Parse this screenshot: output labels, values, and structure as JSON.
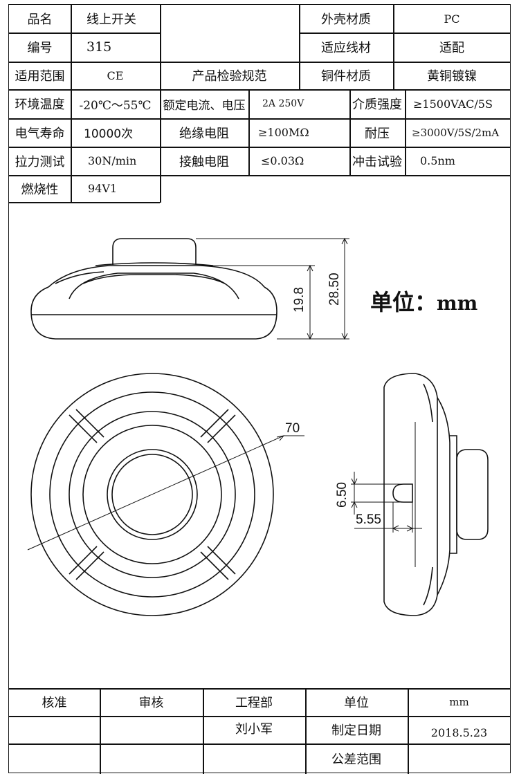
{
  "specs": {
    "product_name_label": "品名",
    "product_name": "线上开关",
    "number_label": "编号",
    "number": "315",
    "scope_label": "适用范围",
    "scope": "CE",
    "standard": "产品检验规范",
    "shell_material_label": "外壳材质",
    "shell_material": "PC",
    "wire_label": "适应线材",
    "wire": "适配",
    "copper_label": "铜件材质",
    "copper": "黄铜镀镍",
    "temp_label": "环境温度",
    "temp": "-20℃～55℃",
    "rated_label": "额定电流、电压",
    "rated": "2A 250V",
    "dielectric_label": "介质强度",
    "dielectric": "≥1500VAC/5S",
    "life_label": "电气寿命",
    "life": "10000次",
    "insulation_label": "绝缘电阻",
    "insulation": "≥100MΩ",
    "withstand_label": "耐压",
    "withstand": "≥3000V/5S/2mA",
    "pull_label": "拉力测试",
    "pull": "30N/min",
    "contact_label": "接触电阻",
    "contact": "≤0.03Ω",
    "impact_label": "冲击试验",
    "impact": "0.5nm",
    "flame_label": "燃烧性",
    "flame": "94V1"
  },
  "drawing": {
    "unit_label": "单位：",
    "unit_value": "mm",
    "dims": {
      "height_body": "19.8",
      "height_total": "28.50",
      "diameter": "70",
      "button_h": "6.50",
      "button_w": "5.55"
    }
  },
  "footer": {
    "approve_label": "核准",
    "review_label": "审核",
    "engineering_label": "工程部",
    "unit_label": "单位",
    "unit_value": "mm",
    "engineer": "刘小军",
    "date_label": "制定日期",
    "date": "2018.5.23",
    "tolerance_label": "公差范围"
  }
}
